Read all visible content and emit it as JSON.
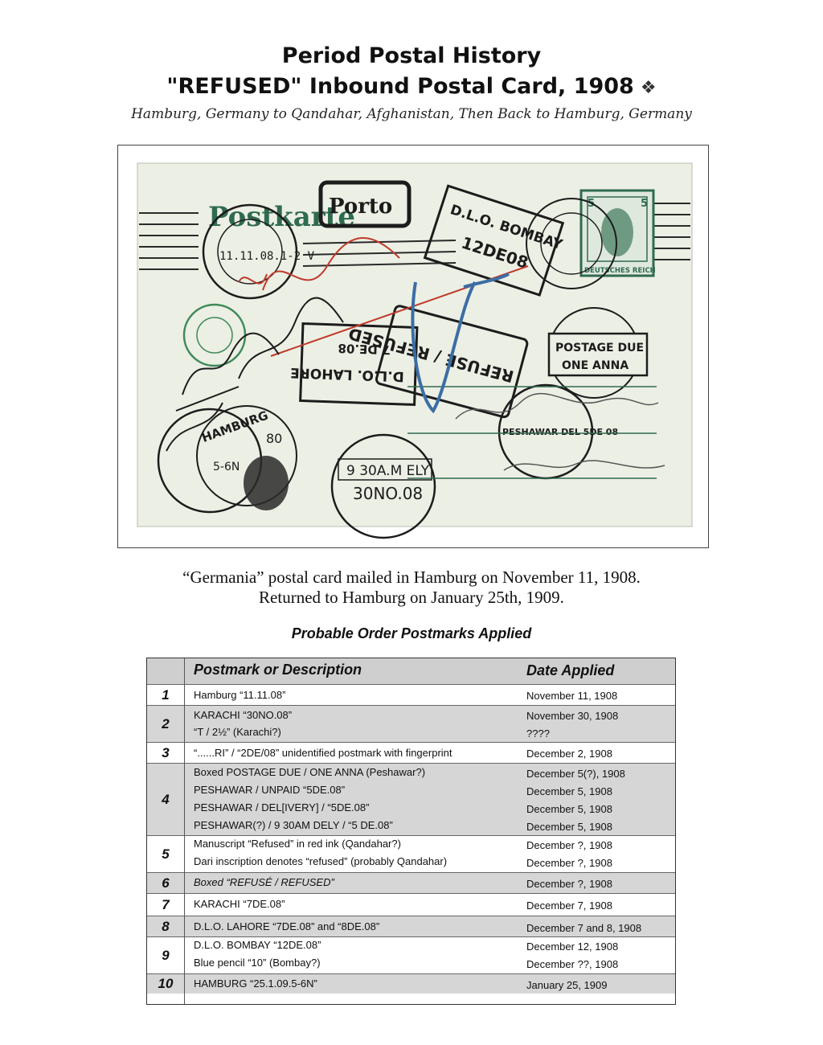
{
  "header": {
    "title_line1": "Period Postal History",
    "title_line2": "\"REFUSED\" Inbound Postal Card, 1908",
    "ornament": "❖",
    "subtitle": "Hamburg, Germany to Qandahar, Afghanistan, Then Back to Hamburg, Germany"
  },
  "card": {
    "postkarte": "Postkarte",
    "porto": "Porto",
    "stamp_value": "5",
    "stamp_text": "DEUTSCHES REICH",
    "marks": {
      "hamburg_date": "11.11.08.1-2 V",
      "dlo_bombay": "D.L.O. BOMBAY",
      "dlo_bombay_date": "12DE08",
      "refused": "REFUSÉ / REFUSED",
      "dlo_lahore": "D.L.O. LAHORE",
      "dlo_lahore_date": "7.DE.08",
      "postage_due": "POSTAGE DUE",
      "one_anna": "ONE ANNA",
      "peshawar_time": "9 30A.M ELY",
      "peshawar_date": "30NO.08",
      "hamburg_return": "HAMBURG",
      "hamburg_return_date": "5-6N",
      "hamburg_80": "80",
      "peshawar_del": "PESHAWAR DEL 5DE 08"
    }
  },
  "captions": {
    "line1": "“Germania” postal card mailed in Hamburg on November 11, 1908.",
    "line2": "Returned to Hamburg on January 25th, 1909."
  },
  "table": {
    "title": "Probable Order Postmarks Applied",
    "header": {
      "desc": "Postmark or Description",
      "date": "Date Applied"
    },
    "rows": [
      {
        "num": "1",
        "shaded": false,
        "lines": [
          {
            "desc": "Hamburg “11.11.08”",
            "date": "November 11, 1908"
          }
        ]
      },
      {
        "num": "2",
        "shaded": true,
        "lines": [
          {
            "desc": "KARACHI “30NO.08”",
            "date": "November 30, 1908"
          },
          {
            "desc": "“T / 2½” (Karachi?)",
            "date": "????"
          }
        ]
      },
      {
        "num": "3",
        "shaded": false,
        "lines": [
          {
            "desc": "“......RI” / “2DE/08” unidentified postmark with fingerprint",
            "date": "December 2, 1908"
          }
        ]
      },
      {
        "num": "4",
        "shaded": true,
        "lines": [
          {
            "desc": "Boxed POSTAGE DUE / ONE ANNA (Peshawar?)",
            "date": "December 5(?), 1908"
          },
          {
            "desc": "PESHAWAR / UNPAID “5DE.08”",
            "date": "December 5, 1908"
          },
          {
            "desc": "PESHAWAR / DEL[IVERY] / “5DE.08”",
            "date": "December 5, 1908"
          },
          {
            "desc": "PESHAWAR(?) / 9 30AM DELY / “5 DE.08”",
            "date": "December 5, 1908"
          }
        ]
      },
      {
        "num": "5",
        "shaded": false,
        "lines": [
          {
            "desc": "Manuscript “Refused” in red ink (Qandahar?)",
            "date": "December ?, 1908"
          },
          {
            "desc": "Dari inscription denotes “refused” (probably Qandahar)",
            "date": "December ?, 1908"
          }
        ]
      },
      {
        "num": "6",
        "shaded": true,
        "lines": [
          {
            "desc": "Boxed “REFUSÉ / REFUSED”",
            "date": "December ?, 1908"
          }
        ]
      },
      {
        "num": "7",
        "shaded": false,
        "lines": [
          {
            "desc": "KARACHI “7DE.08”",
            "date": "December 7, 1908"
          }
        ]
      },
      {
        "num": "8",
        "shaded": true,
        "lines": [
          {
            "desc": "D.L.O. LAHORE “7DE.08” and “8DE.08”",
            "date": "December 7 and 8, 1908"
          }
        ]
      },
      {
        "num": "9",
        "shaded": false,
        "lines": [
          {
            "desc": "D.L.O. BOMBAY “12DE.08”",
            "date": "December 12, 1908"
          },
          {
            "desc": "Blue pencil “10” (Bombay?)",
            "date": "December ??, 1908"
          }
        ]
      },
      {
        "num": "10",
        "shaded": true,
        "lines": [
          {
            "desc": "HAMBURG “25.1.09.5-6N”",
            "date": "January 25, 1909"
          }
        ]
      }
    ]
  },
  "colors": {
    "card_bg": "#ecefe4",
    "stamp_green": "#2f6b4f",
    "ink_black": "#1c1c1c",
    "ink_red": "#c0392b",
    "ink_blue": "#3a6ea5",
    "table_shade": "#d6d6d6"
  }
}
